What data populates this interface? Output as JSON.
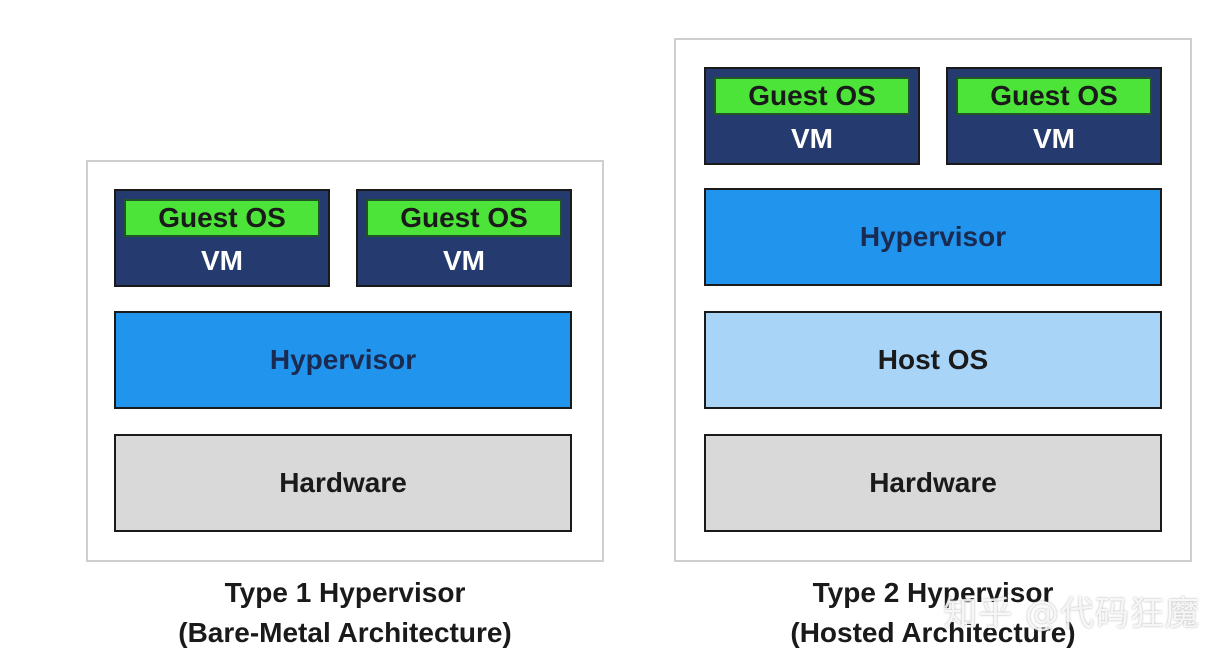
{
  "type1": {
    "vms": [
      {
        "guest": "Guest OS",
        "vm": "VM"
      },
      {
        "guest": "Guest OS",
        "vm": "VM"
      }
    ],
    "hypervisor": "Hypervisor",
    "hardware": "Hardware",
    "caption_line1": "Type 1 Hypervisor",
    "caption_line2": "(Bare-Metal Architecture)"
  },
  "type2": {
    "vms": [
      {
        "guest": "Guest OS",
        "vm": "VM"
      },
      {
        "guest": "Guest OS",
        "vm": "VM"
      }
    ],
    "hypervisor": "Hypervisor",
    "host_os": "Host OS",
    "hardware": "Hardware",
    "caption_line1": "Type 2 Hypervisor",
    "caption_line2": "(Hosted Architecture)"
  },
  "watermark": "知乎 @代码狂魔",
  "colors": {
    "guest_os": "#4de43a",
    "vm": "#253a6e",
    "hypervisor": "#2195ee",
    "host_os": "#a8d4f8",
    "hardware": "#d9d9d9"
  }
}
